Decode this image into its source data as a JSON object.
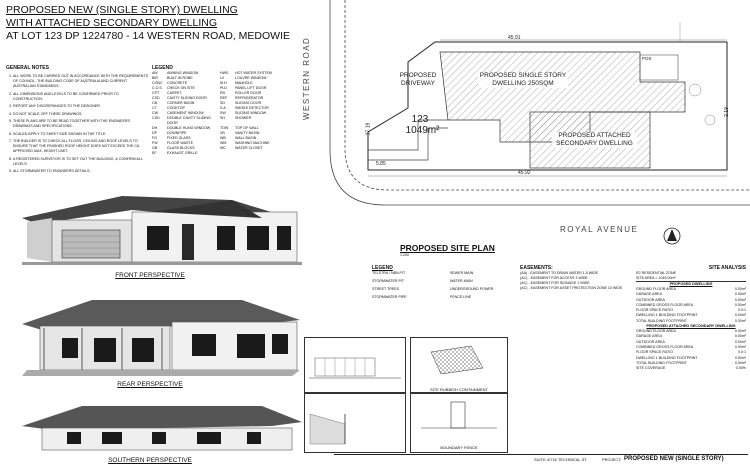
{
  "title": {
    "line1": "PROPOSED NEW (SINGLE STORY) DWELLING",
    "line2": "WITH ATTACHED SECONDARY DWELLING",
    "line3": "AT LOT 123 DP 1224780 - 14 WESTERN ROAD, MEDOWIE"
  },
  "general_notes": {
    "heading": "GENERAL NOTES",
    "items": [
      "ALL WORK TO BE CARRIED OUT IN ACCORDANCE WITH THE REQUIREMENTS OF COUNCIL, THE BUILDING CODE OF AUSTRALIA AND CURRENT AUSTRALIAN STANDARDS.",
      "ALL DIMENSIONS AND LEVELS TO BE CONFIRMED PRIOR TO CONSTRUCTION.",
      "REPORT ANY DISCREPANCIES TO THE DESIGNER.",
      "DO NOT SCALE OFF THESE DRAWINGS.",
      "THESE PLANS ARE TO BE READ TOGETHER WITH THE ENGINEERS DRAWINGS AND SPECIFICATIONS.",
      "SCALED APPLY TO SHEET SIZE SHOWN IN THE TITLE.",
      "THE BUILDER IS TO CHECK ALL FLOOR, CEILING AND ROOF LEVELS TO ENSURE THAT THE FINISHED ROOF HEIGHT DOES NOT EXCEED THE CA APPROVED MAX. HEIGHT LIMIT.",
      "A REGISTERED SURVEYOR IS TO SET OUT THE BUILDING, & CONFIRM ALL LEVELS.",
      "ALL STORMWATER TO ENGINEERS DETAILS."
    ]
  },
  "legend": {
    "heading": "LEGEND",
    "items": [
      [
        "AW",
        "AWNING WINDOW",
        "HWS",
        "HOT WATER SYSTEM"
      ],
      [
        "BIR",
        "BUILT-IN ROBE",
        "LV",
        "LOUVRE WINDOW"
      ],
      [
        "CONC",
        "CONCRETE",
        "M.H",
        "MANHOLE"
      ],
      [
        "C.O.S.",
        "CHECK ON SITE",
        "PLD",
        "PANEL LIFT DOOR"
      ],
      [
        "CPT",
        "CARPET",
        "RD",
        "ROLLER DOOR"
      ],
      [
        "CSD",
        "CAVITY SLIDING DOOR",
        "REF",
        "REFRIGERATOR"
      ],
      [
        "CB",
        "CORNER BASIN",
        "SD",
        "SLIDING DOOR"
      ],
      [
        "CT",
        "COOKTOP",
        "S.A",
        "SMOKE DETECTOR"
      ],
      [
        "CW",
        "CASEMENT WINDOW",
        "SW",
        "SLIDING WINDOW"
      ],
      [
        "CSD",
        "DOUBLE CAVITY SLIDING DOOR",
        "SH",
        "SHOWER"
      ],
      [
        "DH",
        "DOUBLE HUNG WINDOW",
        "TOW",
        "TOP OF WALL"
      ],
      [
        "DP",
        "DOWNPIPE",
        "VB",
        "VANITY BASIN"
      ],
      [
        "FG",
        "FIXED GLASS",
        "WB",
        "WALL BASIN"
      ],
      [
        "FW",
        "FLOOR WASTE",
        "WM",
        "WASHING MACHINE"
      ],
      [
        "GB",
        "GLASS BLOCKS",
        "WC",
        "WATER CLOSET"
      ],
      [
        "EF",
        "EXHAUST GRILLE",
        "",
        ""
      ]
    ]
  },
  "perspectives": {
    "front": "FRONT PERSPECTIVE",
    "rear": "REAR PERSPECTIVE",
    "southern": "SOUTHERN PERSPECTIVE"
  },
  "site_plan": {
    "road_west": "WESTERN ROAD",
    "road_south": "ROYAL AVENUE",
    "dim_top": "45.91",
    "dim_bottom": "45.92",
    "dim_left": "17.19",
    "dim_right": "2.19",
    "dim_corner": "5.85",
    "lot_number": "123",
    "lot_area": "1049m²",
    "driveway": "PROPOSED DRIVEWAY",
    "dwelling": "PROPOSED SINGLE STORY DWELLING 250SQM",
    "secondary": "PROPOSED ATTACHED SECONDARY DWELLING",
    "pos": "POS",
    "title": "PROPOSED SITE PLAN",
    "scale": "1:200"
  },
  "site_legend": {
    "heading": "LEGEND",
    "items": [
      "TELSTRA / NBN PIT",
      "STORMWATER PIT",
      "STREET TREES",
      "STORMWATER PIPE"
    ],
    "lines": [
      "SEWER MAIN",
      "WATER MAIN",
      "UNDERGROUND POWER",
      "FENCE LINE"
    ]
  },
  "easements": {
    "heading": "EASEMENTS:",
    "items": [
      "(AA) - EASEMENT TO DRAIN WATER 1.5 WIDE",
      "(AC) - EASEMENT FOR ACCESS 3 WIDE",
      "(AC) - EASEMENT FOR SIGNAGE 1 WIDE",
      "(AC) - EASEMENT FOR ASSET PROTECTION ZONE 10 WIDE"
    ]
  },
  "site_analysis": {
    "heading": "SITE ANALYSIS",
    "zone": "R2 RESIDENTIAL ZONE",
    "site_area": "SITE AREA = 1049.00m²",
    "sections": [
      {
        "title": "PROPOSED DWELLING",
        "rows": [
          [
            "GROUND FLOOR AREA",
            "0.00m²"
          ],
          [
            "GARAGE AREA",
            "0.00m²"
          ],
          [
            "OUTDOOR AREA",
            "0.00m²"
          ],
          [
            "COMBINED GROSS FLOOR AREA",
            "0.00m²"
          ],
          [
            "FLOOR SPACE RATIO",
            "0.0:1"
          ],
          [
            "DWELLING 1 BUILDING FOOTPRINT",
            "0.00m²"
          ],
          [
            "TOTAL BUILDING FOOTPRINT",
            "0.00m²"
          ]
        ]
      },
      {
        "title": "PROPOSED ATTACHED SECONDARY DWELLING",
        "rows": [
          [
            "GROUND FLOOR AREA",
            "0.00m²"
          ],
          [
            "GARAGE AREA",
            "0.00m²"
          ],
          [
            "OUTDOOR AREA",
            "0.00m²"
          ],
          [
            "COMBINED GROSS FLOOR AREA",
            "0.00m²"
          ],
          [
            "FLOOR SPACE RATIO",
            "0.0:1"
          ],
          [
            "DWELLING 1 BUILDING FOOTPRINT",
            "0.00m²"
          ],
          [
            "TOTAL BUILDING FOOTPRINT",
            "0.00m²"
          ],
          [
            "SITE COVERAGE",
            "0.00%"
          ]
        ]
      }
    ]
  },
  "details": {
    "detail1": "SITE RUBBISH CONTAINMENT",
    "detail2": "BOUNDARY FENCE"
  },
  "title_block": {
    "project_label": "PROJECT:",
    "project": "PROPOSED NEW (SINGLE STORY)",
    "address": "SUITE 4/716 TECHNICAL ST."
  }
}
